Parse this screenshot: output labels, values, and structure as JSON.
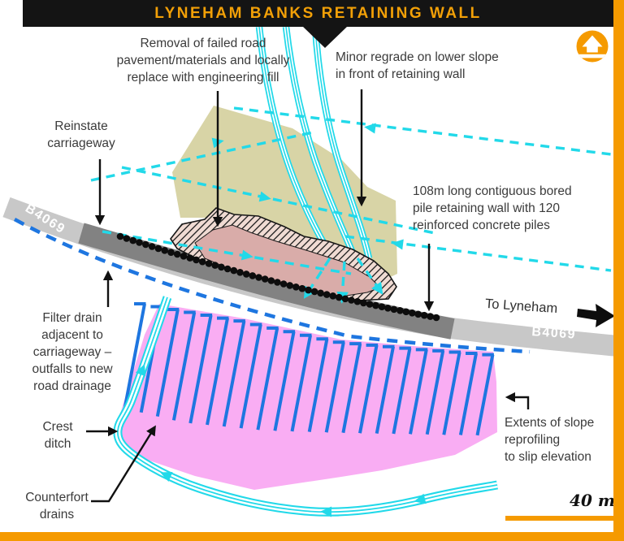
{
  "title": "LYNEHAM BANKS RETAINING WALL",
  "colors": {
    "accent_orange": "#F59A00",
    "title_text_orange": "#F2A007",
    "cyan_drain": "#22D9E9",
    "blue_drain": "#1E76E0",
    "pink_reprofiling": "#F9ADF3",
    "beige_regrade": "#D8D4A6",
    "hatch_fill": "#F0DBD3",
    "rose_fill": "#D9ACA9",
    "road_light": "#C8C8C8",
    "road_dark": "#828282",
    "ink": "#111111",
    "label_text": "#3B3B3B"
  },
  "labels": {
    "removal": "Removal of failed road\npavement/materials and locally\nreplace with engineering fill",
    "minor_regrade": "Minor regrade on lower slope\nin front of retaining wall",
    "reinstate": "Reinstate\ncarriageway",
    "bored_pile_wall": "108m long contiguous bored\npile retaining wall with 120\nreinforced concrete piles",
    "filter_drain": "Filter drain\nadjacent to\ncarriageway –\noutfalls to new\nroad drainage",
    "crest_ditch": "Crest\nditch",
    "counterfort_drains": "Counterfort\ndrains",
    "extents": "Extents of slope\nreprofiling\nto slip elevation",
    "to_lyneham": "To Lyneham",
    "road_name_left": "B4069",
    "road_name_right": "B4069",
    "scale": "40 m"
  }
}
